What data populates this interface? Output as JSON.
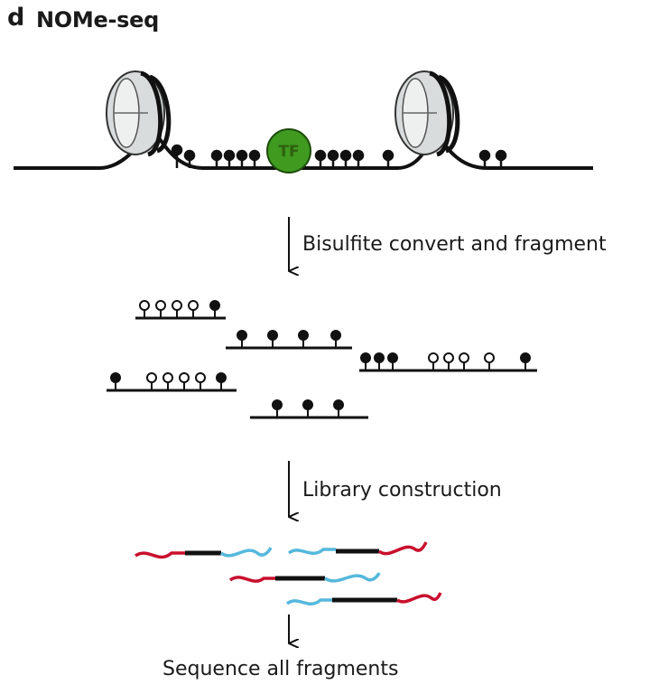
{
  "panel": {
    "letter": "d",
    "title": "NOMe-seq"
  },
  "tf_label": "TF",
  "steps": [
    "Bisulfite convert and fragment",
    "Library construction",
    "Sequence all fragments"
  ],
  "colors": {
    "dna": "#111111",
    "tf_fill": "#3f9a1f",
    "adapter_red": "#c8102e",
    "adapter_blue": "#55b8dd"
  }
}
